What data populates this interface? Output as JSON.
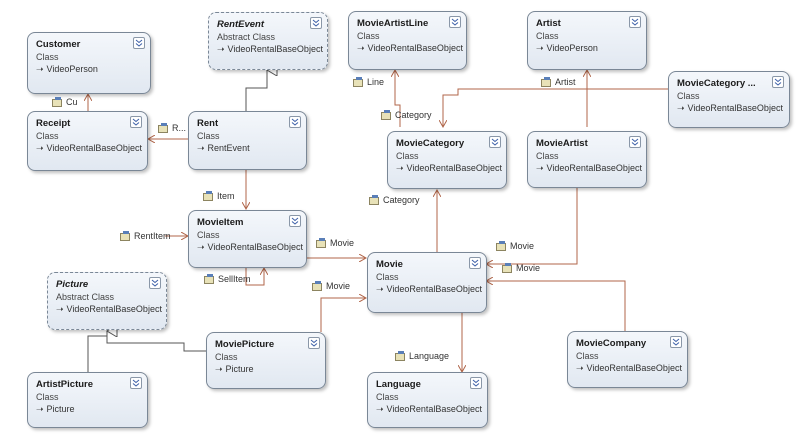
{
  "shapes": {
    "customer": {
      "title": "Customer",
      "kind": "Class",
      "base": "VideoPerson"
    },
    "receipt": {
      "title": "Receipt",
      "kind": "Class",
      "base": "VideoRentalBaseObject"
    },
    "rent_event": {
      "title": "RentEvent",
      "kind": "Abstract Class",
      "base": "VideoRentalBaseObject"
    },
    "rent": {
      "title": "Rent",
      "kind": "Class",
      "base": "RentEvent"
    },
    "movie_item": {
      "title": "MovieItem",
      "kind": "Class",
      "base": "VideoRentalBaseObject"
    },
    "picture": {
      "title": "Picture",
      "kind": "Abstract Class",
      "base": "VideoRentalBaseObject"
    },
    "artist_picture": {
      "title": "ArtistPicture",
      "kind": "Class",
      "base": "Picture"
    },
    "movie_picture": {
      "title": "MoviePicture",
      "kind": "Class",
      "base": "Picture"
    },
    "movie_artist_line": {
      "title": "MovieArtistLine",
      "kind": "Class",
      "base": "VideoRentalBaseObject"
    },
    "artist": {
      "title": "Artist",
      "kind": "Class",
      "base": "VideoPerson"
    },
    "movie_category_list": {
      "title": "MovieCategory ...",
      "kind": "Class",
      "base": "VideoRentalBaseObject"
    },
    "movie_category": {
      "title": "MovieCategory",
      "kind": "Class",
      "base": "VideoRentalBaseObject"
    },
    "movie_artist": {
      "title": "MovieArtist",
      "kind": "Class",
      "base": "VideoRentalBaseObject"
    },
    "movie": {
      "title": "Movie",
      "kind": "Class",
      "base": "VideoRentalBaseObject"
    },
    "language": {
      "title": "Language",
      "kind": "Class",
      "base": "VideoRentalBaseObject"
    },
    "movie_company": {
      "title": "MovieCompany",
      "kind": "Class",
      "base": "VideoRentalBaseObject"
    }
  },
  "labels": {
    "cu": "Cu",
    "r": "R...",
    "item": "Item",
    "rent_item": "RentItem",
    "sell_item": "SellItem",
    "movie_from_item": "Movie",
    "movie_from_picture": "Movie",
    "movie_from_artist": "Movie",
    "movie_from_company": "Movie",
    "line": "Line",
    "artist": "Artist",
    "category_top": "Category",
    "category_mid": "Category",
    "language": "Language"
  }
}
